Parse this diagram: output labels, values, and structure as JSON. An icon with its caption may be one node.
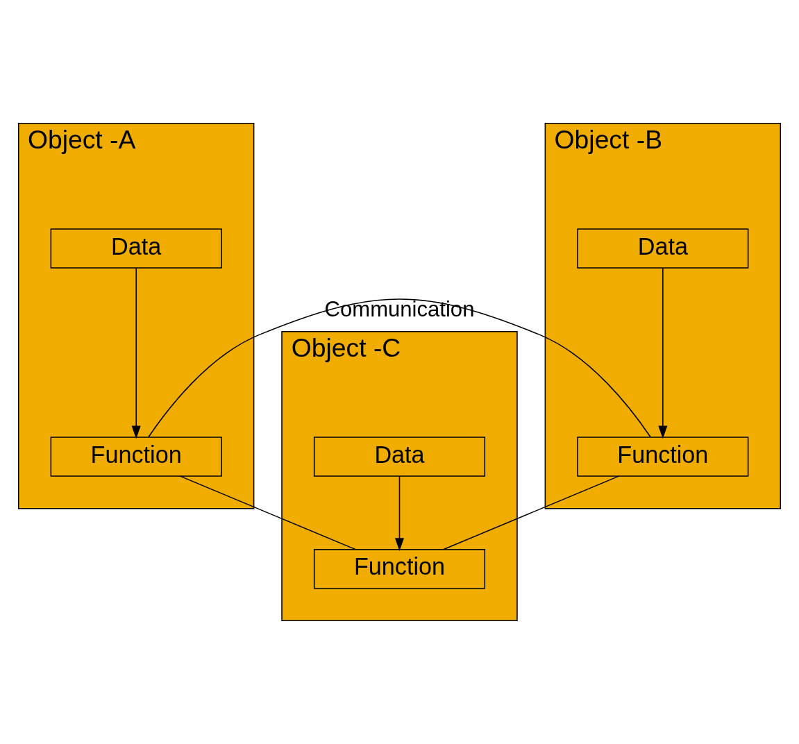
{
  "diagram": {
    "nodes": [
      {
        "text": [
          "Object -A"
        ]
      },
      {
        "text": [
          "Data"
        ],
        "in": 0
      },
      {
        "text": [
          "Function"
        ],
        "in": 0
      },
      {
        "text": [
          "Object -B"
        ]
      },
      {
        "text": [
          "Data"
        ],
        "in": 3
      },
      {
        "text": [
          "Function"
        ],
        "in": 3
      },
      {
        "text": [
          "Object -C"
        ]
      },
      {
        "text": [
          "Data"
        ],
        "in": 6
      },
      {
        "text": [
          "Function"
        ],
        "in": 6
      }
    ],
    "edges": [
      {
        "from": 1,
        "to": 2,
        "arrow": "to"
      },
      {
        "from": 4,
        "to": 5,
        "arrow": "to"
      },
      {
        "from": 7,
        "to": 8,
        "arrow": "to"
      },
      {
        "from": 2,
        "to": 5,
        "arrow": "none",
        "label": "Communication"
      },
      {
        "from": 2,
        "to": 8,
        "arrow": "none"
      },
      {
        "from": 5,
        "to": 8,
        "arrow": "none"
      }
    ]
  }
}
